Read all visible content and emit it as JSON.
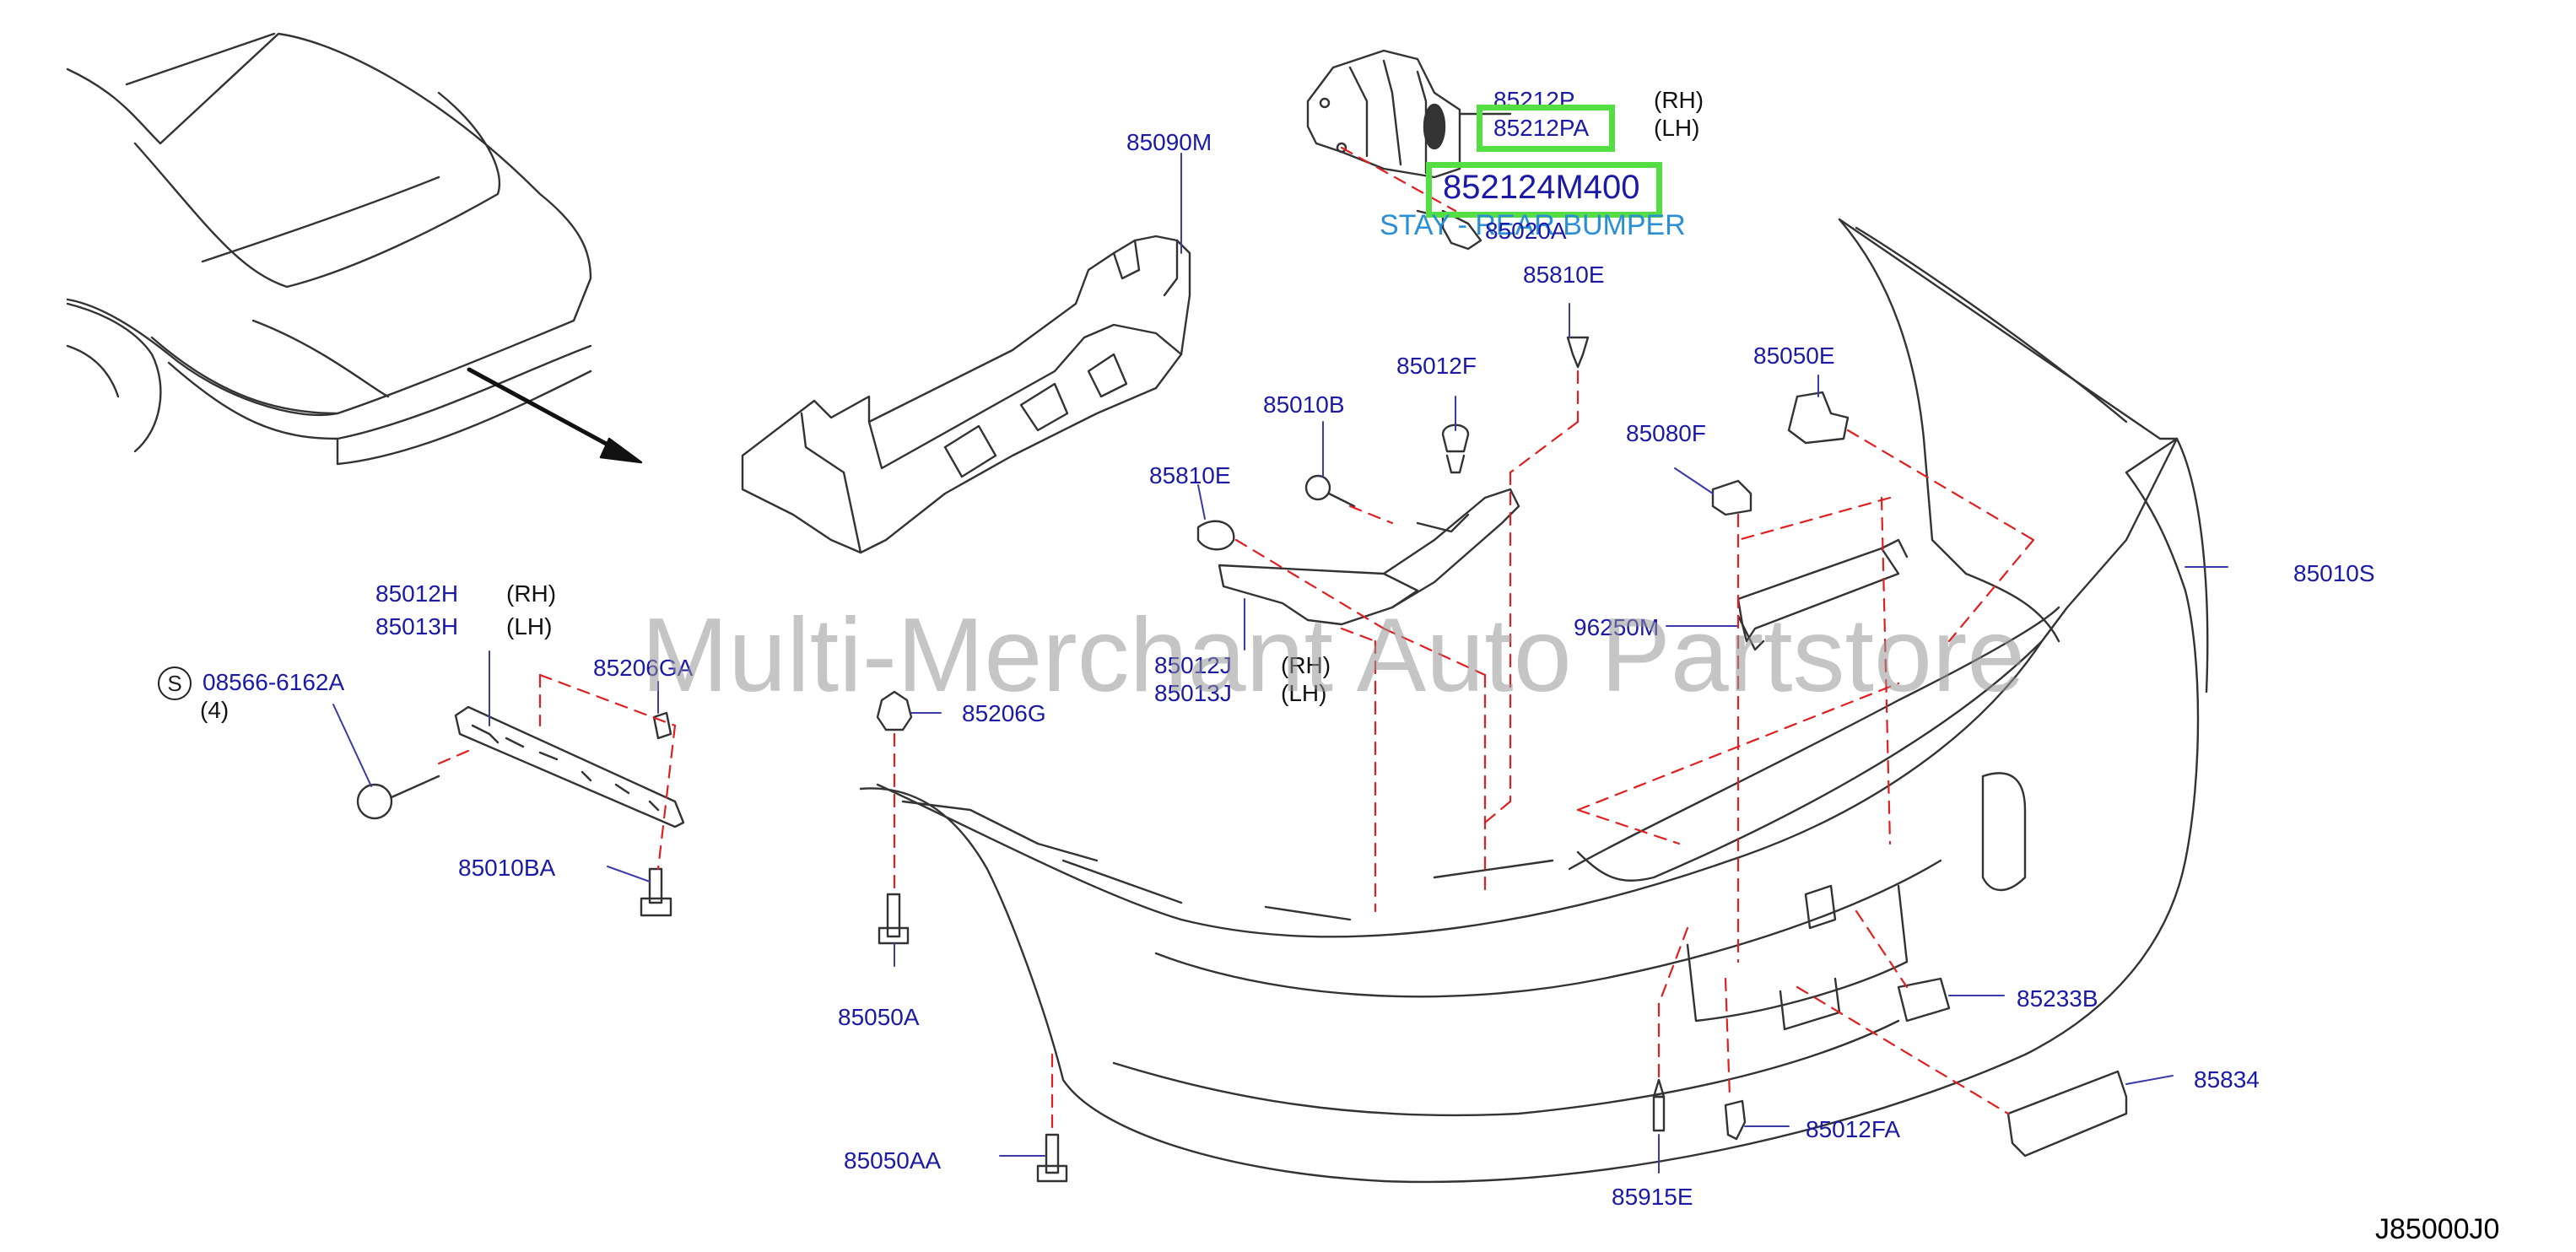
{
  "watermark": "Multi-Merchant Auto Partstore",
  "diagram_code": "J85000J0",
  "highlighted_part_number": "852124M400",
  "highlighted_part_name": "STAY - REAR BUMPER",
  "labels": {
    "p85212P": "85212P",
    "p85212PA": "85212PA",
    "rh": "(RH)",
    "lh": "(LH)",
    "p85020A": "85020A",
    "p85090M": "85090M",
    "p85810E_top": "85810E",
    "p85012F": "85012F",
    "p85010B": "85010B",
    "p85810E_mid": "85810E",
    "p85050E": "85050E",
    "p85080F": "85080F",
    "p85010S": "85010S",
    "p96250M": "96250M",
    "p85012J": "85012J",
    "p85013J": "85013J",
    "p85012H": "85012H",
    "p85013H": "85013H",
    "symbol_s": "S",
    "p08566": "08566-6162A",
    "qty4": "(4)",
    "p85206GA": "85206GA",
    "p85206G": "85206G",
    "p85010BA": "85010BA",
    "p85050A": "85050A",
    "p85050AA": "85050AA",
    "p85233B": "85233B",
    "p85834": "85834",
    "p85012FA": "85012FA",
    "p85915E": "85915E"
  },
  "colors": {
    "label": "#1a1aa6",
    "highlight": "#55dd44",
    "leader_dashed": "#e02020",
    "outline": "#333333",
    "stay_text": "#2a8fd6"
  }
}
